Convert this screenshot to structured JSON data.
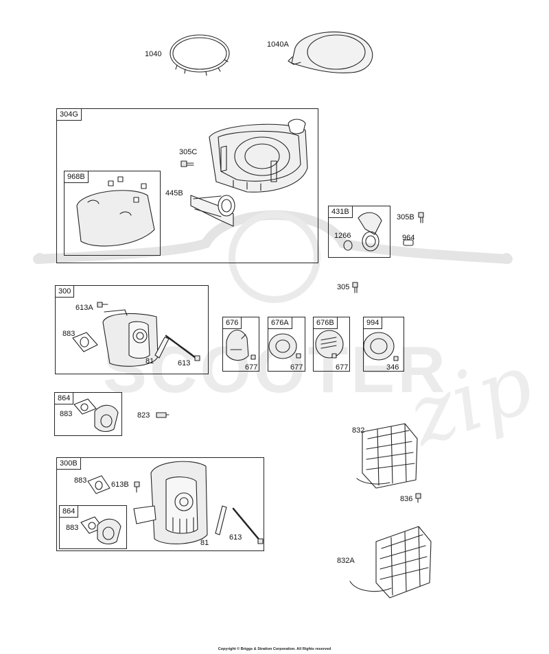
{
  "labels": {
    "p1040": "1040",
    "p1040A": "1040A",
    "p305C": "305C",
    "p445B": "445B",
    "p305B": "305B",
    "p1266": "1266",
    "p964": "964",
    "p305": "305",
    "p613A": "613A",
    "p883a": "883",
    "p81a": "81",
    "p613a": "613",
    "p677a": "677",
    "p677b": "677",
    "p677c": "677",
    "p346": "346",
    "p883b": "883",
    "p823": "823",
    "p832": "832",
    "p883c": "883",
    "p613B": "613B",
    "p883d": "883",
    "p81b": "81",
    "p613b": "613",
    "p836": "836",
    "p832A": "832A"
  },
  "groups": {
    "g304G": "304G",
    "g968B": "968B",
    "g431B": "431B",
    "g300": "300",
    "g676": "676",
    "g676A": "676A",
    "g676B": "676B",
    "g994": "994",
    "g864a": "864",
    "g300B": "300B",
    "g864b": "864"
  },
  "watermark": {
    "text": "SCOOTER",
    "script": "zip"
  },
  "copyright": "Copyright © Briggs & Stratton Corporation. All Rights reserved",
  "colors": {
    "line": "#222222",
    "shade": "#e6e6e6",
    "watermark": "#cfcfcf"
  }
}
